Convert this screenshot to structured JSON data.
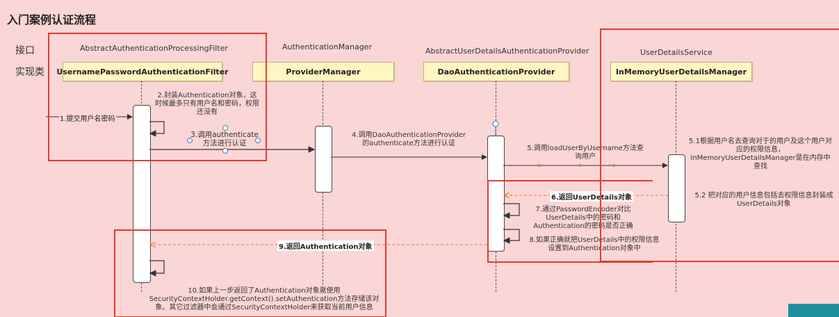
{
  "title": "入门案例认证流程",
  "row_labels": {
    "interface": "接口",
    "impl": "实现类"
  },
  "participants": [
    {
      "interface": "AbstractAuthenticationProcessingFilter",
      "impl": "UsernamePasswordAuthenticationFilter"
    },
    {
      "interface": "AuthenticationManager",
      "impl": "ProviderManager"
    },
    {
      "interface": "AbstractUserDetailsAuthenticationProvider",
      "impl": "DaoAuthenticationProvider"
    },
    {
      "interface": "UserDetailsService",
      "impl": "InMemoryUserDetailsManager"
    }
  ],
  "messages": {
    "m1": "1.提交用户名密码",
    "m2": "2.封装Authentication对象，这时候最多只有用户名和密码，权限还没有",
    "m3": "3.调用authenticate方法进行认证",
    "m4": "4.调用DaoAuthenticationProvider的authenticate方法进行认证",
    "m5": "5.调用loadUserByUsername方法查询用户",
    "m51": "5.1根据用户名去查询对于的用户及这个用户对应的权限信息，InMemoryUserDetailsManager是在内存中查找",
    "m52": "5.2 把对应的用户信息包括去权限信息封装成UserDetails对象",
    "m6": "6.返回UserDetails对象",
    "m7": "7.通过PasswordEncoder对比UserDetails中的密码和Authentication的密码是否正确",
    "m8": "8.如果正确就把UserDetails中的权限信息设置到Authentication对象中",
    "m9": "9.返回Authentication对象",
    "m10": "10.如果上一步返回了Authentication对象就使用SecurityContextHolder.getContext().setAuthentication方法存储该对象。其它过滤器中会通过SecurityContextHolder来获取当前用户信息"
  },
  "colors": {
    "background": "#fbd6d6",
    "highlight_box": "#e53935",
    "class_box": "#fff6c2",
    "return_arrow": "#e07b39"
  }
}
